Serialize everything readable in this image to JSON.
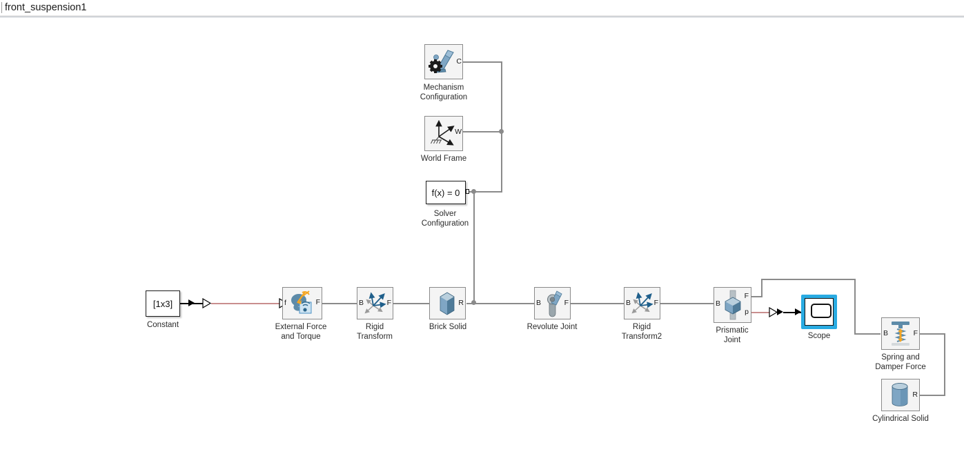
{
  "window": {
    "tab_label": "front_suspension1"
  },
  "colors": {
    "canvas_bg": "#ffffff",
    "block_border": "#8a8a8a",
    "wire": "#8a8a8a",
    "signal_wire": "#000000",
    "physical_signal_wire": "#c98e8e",
    "scope_highlight": "#29ABE2",
    "icon_blue": "#7fa6c4",
    "icon_dark_blue": "#2b6489",
    "icon_orange": "#f5a623",
    "label_text": "#2b2b2b"
  },
  "diagram": {
    "type": "simulink-simscape-multibody-model",
    "blocks": [
      {
        "id": "mechanism-configuration",
        "label": "Mechanism\nConfiguration",
        "label_line1": "Mechanism",
        "label_line2": "Configuration",
        "icon": "robot-arm-gear-icon",
        "ports": [
          {
            "name": "C",
            "side": "right"
          }
        ]
      },
      {
        "id": "world-frame",
        "label": "World Frame",
        "label_line1": "World Frame",
        "label_line2": "",
        "icon": "world-frame-axes-icon",
        "ports": [
          {
            "name": "W",
            "side": "right"
          }
        ]
      },
      {
        "id": "solver-configuration",
        "label": "Solver\nConfiguration",
        "label_line1": "Solver",
        "label_line2": "Configuration",
        "icon": "solver-equation-icon",
        "text": "f(x) = 0",
        "ports": [
          {
            "name": "",
            "side": "right"
          }
        ]
      },
      {
        "id": "constant",
        "label": "Constant",
        "label_line1": "Constant",
        "label_line2": "",
        "icon": "constant-value-icon",
        "text": "[1x3]",
        "ports": [
          {
            "name": "",
            "side": "right"
          }
        ]
      },
      {
        "id": "external-force-and-torque",
        "label": "External Force\nand Torque",
        "label_line1": "External Force",
        "label_line2": "and Torque",
        "icon": "external-force-torque-icon",
        "ports": [
          {
            "name": "f",
            "side": "left"
          },
          {
            "name": "F",
            "side": "right"
          }
        ]
      },
      {
        "id": "rigid-transform",
        "label": "Rigid\nTransform",
        "label_line1": "Rigid",
        "label_line2": "Transform",
        "icon": "rigid-transform-axes-icon",
        "ports": [
          {
            "name": "B",
            "side": "left"
          },
          {
            "name": "F",
            "side": "right"
          }
        ]
      },
      {
        "id": "brick-solid",
        "label": "Brick Solid",
        "label_line1": "Brick Solid",
        "label_line2": "",
        "icon": "brick-solid-icon",
        "ports": [
          {
            "name": "R",
            "side": "right"
          }
        ]
      },
      {
        "id": "revolute-joint",
        "label": "Revolute Joint",
        "label_line1": "Revolute Joint",
        "label_line2": "",
        "icon": "revolute-joint-icon",
        "ports": [
          {
            "name": "B",
            "side": "left"
          },
          {
            "name": "F",
            "side": "right"
          }
        ]
      },
      {
        "id": "rigid-transform2",
        "label": "Rigid\nTransform2",
        "label_line1": "Rigid",
        "label_line2": "Transform2",
        "icon": "rigid-transform-axes-icon",
        "ports": [
          {
            "name": "B",
            "side": "left"
          },
          {
            "name": "F",
            "side": "right"
          }
        ]
      },
      {
        "id": "prismatic-joint",
        "label": "Prismatic\nJoint",
        "label_line1": "Prismatic",
        "label_line2": "Joint",
        "icon": "prismatic-joint-icon",
        "ports": [
          {
            "name": "B",
            "side": "left"
          },
          {
            "name": "F",
            "side": "right"
          },
          {
            "name": "p",
            "side": "right"
          }
        ]
      },
      {
        "id": "scope",
        "label": "Scope",
        "label_line1": "Scope",
        "label_line2": "",
        "icon": "scope-icon",
        "highlighted": true,
        "ports": [
          {
            "name": "",
            "side": "left"
          }
        ]
      },
      {
        "id": "spring-and-damper-force",
        "label": "Spring and\nDamper Force",
        "label_line1": "Spring and",
        "label_line2": "Damper Force",
        "icon": "spring-damper-icon",
        "ports": [
          {
            "name": "B",
            "side": "left"
          },
          {
            "name": "F",
            "side": "right"
          }
        ]
      },
      {
        "id": "cylindrical-solid",
        "label": "Cylindrical Solid",
        "label_line1": "Cylindrical Solid",
        "label_line2": "",
        "icon": "cylindrical-solid-icon",
        "ports": [
          {
            "name": "R",
            "side": "right"
          }
        ]
      }
    ],
    "connections": [
      {
        "from": "constant",
        "to": "external-force-and-torque",
        "type": "signal"
      },
      {
        "from": "external-force-and-torque",
        "to": "rigid-transform",
        "type": "physical"
      },
      {
        "from": "rigid-transform",
        "to": "brick-solid",
        "type": "physical"
      },
      {
        "from": "brick-solid",
        "to": "revolute-joint",
        "type": "physical"
      },
      {
        "from": "solver-configuration",
        "to": "brick-solid",
        "type": "physical"
      },
      {
        "from": "mechanism-configuration",
        "to": "world-frame",
        "type": "physical"
      },
      {
        "from": "world-frame",
        "to": "solver-configuration",
        "type": "physical"
      },
      {
        "from": "revolute-joint",
        "to": "rigid-transform2",
        "type": "physical"
      },
      {
        "from": "rigid-transform2",
        "to": "prismatic-joint",
        "type": "physical"
      },
      {
        "from": "prismatic-joint",
        "to": "scope",
        "type": "signal"
      },
      {
        "from": "prismatic-joint",
        "to": "spring-and-damper-force",
        "type": "physical"
      },
      {
        "from": "spring-and-damper-force",
        "to": "cylindrical-solid",
        "type": "physical"
      }
    ]
  }
}
